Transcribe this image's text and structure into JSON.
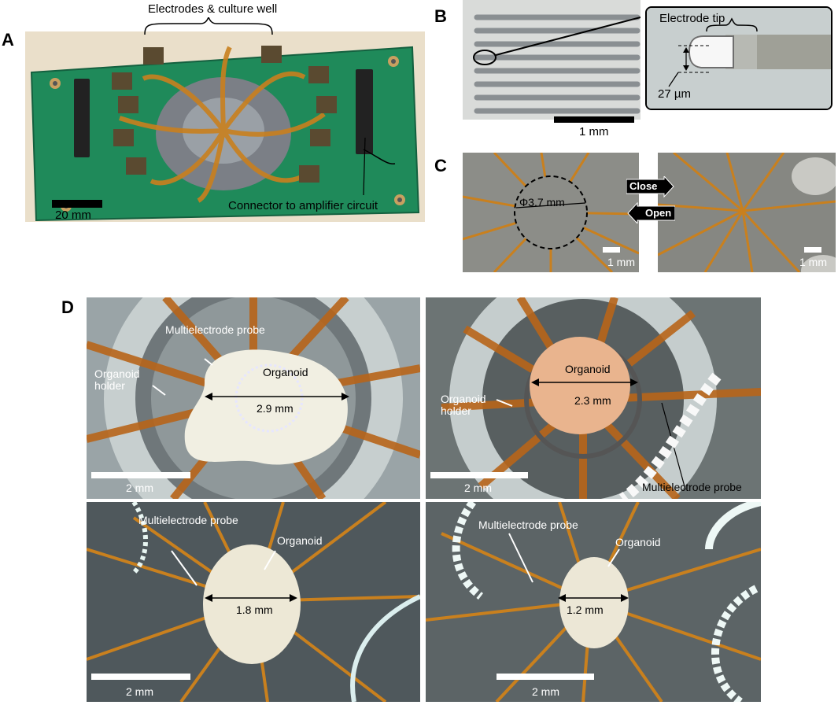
{
  "panels": {
    "a": {
      "letter": "A",
      "top_label": "Electrodes & culture well",
      "connector_label": "Connector to amplifier circuit",
      "scale": "20 mm"
    },
    "b": {
      "letter": "B",
      "scale": "1 mm",
      "tip_label": "Electrode tip",
      "tip_size": "27 µm"
    },
    "c": {
      "letter": "C",
      "diameter": "Φ3.7 mm",
      "close_label": "Close",
      "open_label": "Open",
      "scale_left": "1 mm",
      "scale_right": "1 mm"
    },
    "d": {
      "letter": "D",
      "d1": {
        "probe": "Multielectrode probe",
        "organoid": "Organoid",
        "holder": "Organoid\nholder",
        "size": "2.9 mm",
        "scale": "2 mm"
      },
      "d2": {
        "organoid": "Organoid",
        "holder": "Organoid\nholder",
        "size": "2.3 mm",
        "probe": "Multielectrode probe",
        "scale": "2 mm"
      },
      "d3": {
        "probe": "Multielectrode probe",
        "organoid": "Organoid",
        "size": "1.8 mm",
        "scale": "2 mm"
      },
      "d4": {
        "probe": "Multielectrode probe",
        "organoid": "Organoid",
        "size": "1.2 mm",
        "scale": "2 mm"
      }
    }
  },
  "colors": {
    "pcb": "#1f8a5a",
    "bg_table": "#e9dcc4",
    "electrode_gold": "#c9801e",
    "organoid": "#f1efe2"
  }
}
